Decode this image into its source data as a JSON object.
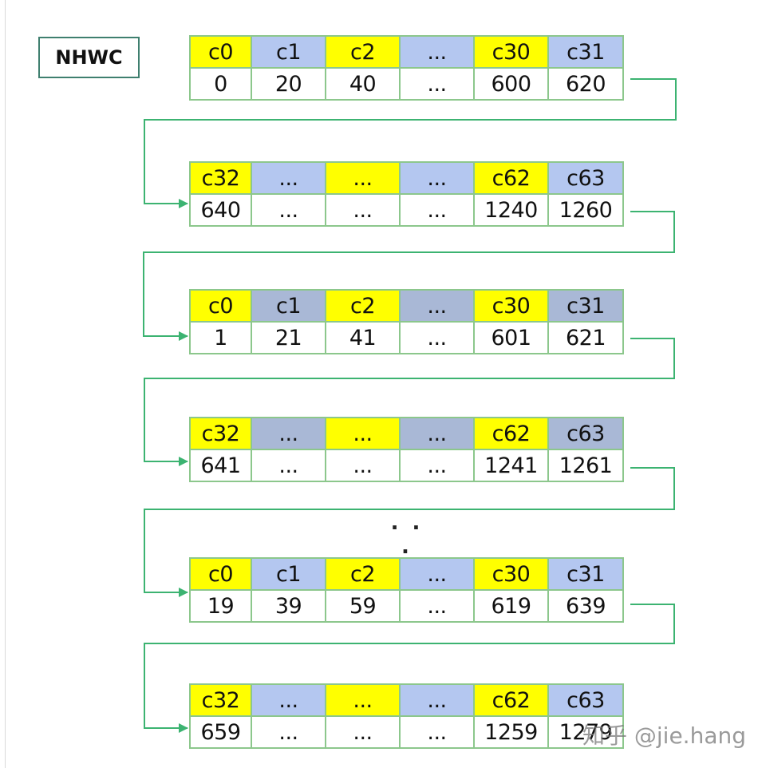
{
  "layout_label": "NHWC",
  "ellipsis": ". . .",
  "watermark": "知乎 @jie.hang",
  "colors": {
    "yellow": "#ffff00",
    "blue_light": "#b4c7f0",
    "blue_gray": "#a9b8d6",
    "border": "#8cc78c",
    "connector": "#3cb371"
  },
  "blocks": [
    {
      "headers": [
        "c0",
        "c1",
        "c2",
        "...",
        "c30",
        "c31"
      ],
      "values": [
        "0",
        "20",
        "40",
        "...",
        "600",
        "620"
      ]
    },
    {
      "headers": [
        "c32",
        "...",
        "...",
        "...",
        "c62",
        "c63"
      ],
      "values": [
        "640",
        "...",
        "...",
        "...",
        "1240",
        "1260"
      ]
    },
    {
      "headers": [
        "c0",
        "c1",
        "c2",
        "...",
        "c30",
        "c31"
      ],
      "values": [
        "1",
        "21",
        "41",
        "...",
        "601",
        "621"
      ]
    },
    {
      "headers": [
        "c32",
        "...",
        "...",
        "...",
        "c62",
        "c63"
      ],
      "values": [
        "641",
        "...",
        "...",
        "...",
        "1241",
        "1261"
      ]
    },
    {
      "headers": [
        "c0",
        "c1",
        "c2",
        "...",
        "c30",
        "c31"
      ],
      "values": [
        "19",
        "39",
        "59",
        "...",
        "619",
        "639"
      ]
    },
    {
      "headers": [
        "c32",
        "...",
        "...",
        "...",
        "c62",
        "c63"
      ],
      "values": [
        "659",
        "...",
        "...",
        "...",
        "1259",
        "1279"
      ]
    }
  ]
}
